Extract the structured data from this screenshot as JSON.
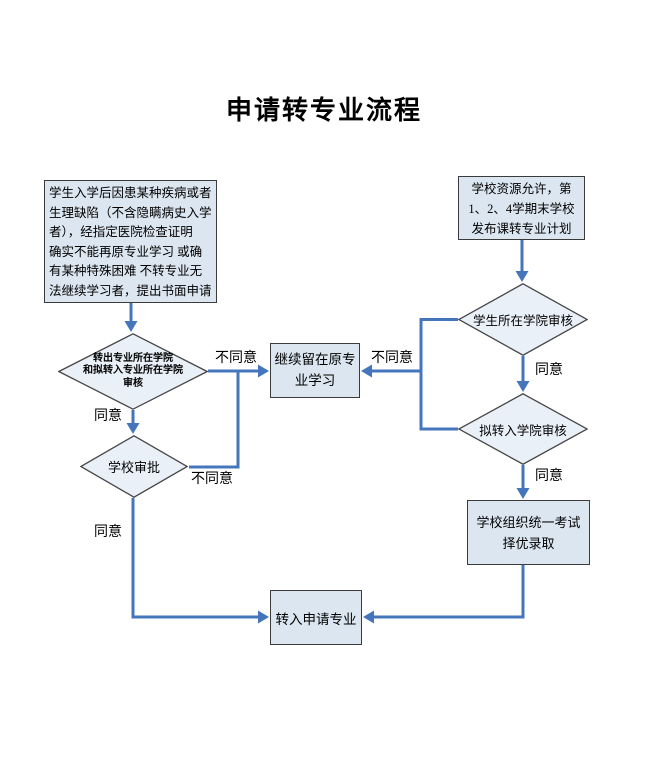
{
  "title": "申请转专业流程",
  "colors": {
    "arrow": "#4575bb",
    "box_fill": "#dce6f1",
    "diamond_fill": "#eaf0f8",
    "box_border": "#3b3b3b"
  },
  "nodes": {
    "start_left": {
      "lines": [
        "学生入学后因患某种疾病或者",
        "生理缺陷（不含隐瞒病史入学",
        "者），经指定医院检查证明",
        "确实不能再原专业学习 或确",
        "有某种特殊困难 不转专业无",
        "法继续学习者，提出书面申请"
      ]
    },
    "start_right": {
      "lines": [
        "学校资源允许，第",
        "1、2、4学期末学校",
        "发布课转专业计划"
      ]
    },
    "decision_both_colleges": {
      "lines": [
        "转出专业所在学院",
        "和拟转入专业所在学院",
        "审核"
      ]
    },
    "decision_school_approval": {
      "label": "学校审批"
    },
    "stay_in_major": {
      "lines": [
        "继续留在原专",
        "业学习"
      ]
    },
    "decision_student_college": {
      "label": "学生所在学院审核"
    },
    "decision_target_college": {
      "label": "拟转入学院审核"
    },
    "unified_exam": {
      "lines": [
        "学校组织统一考试",
        "择优录取"
      ]
    },
    "transfer_final": {
      "label": "转入申请专业"
    }
  },
  "edge_labels": {
    "agree": "同意",
    "disagree": "不同意"
  }
}
